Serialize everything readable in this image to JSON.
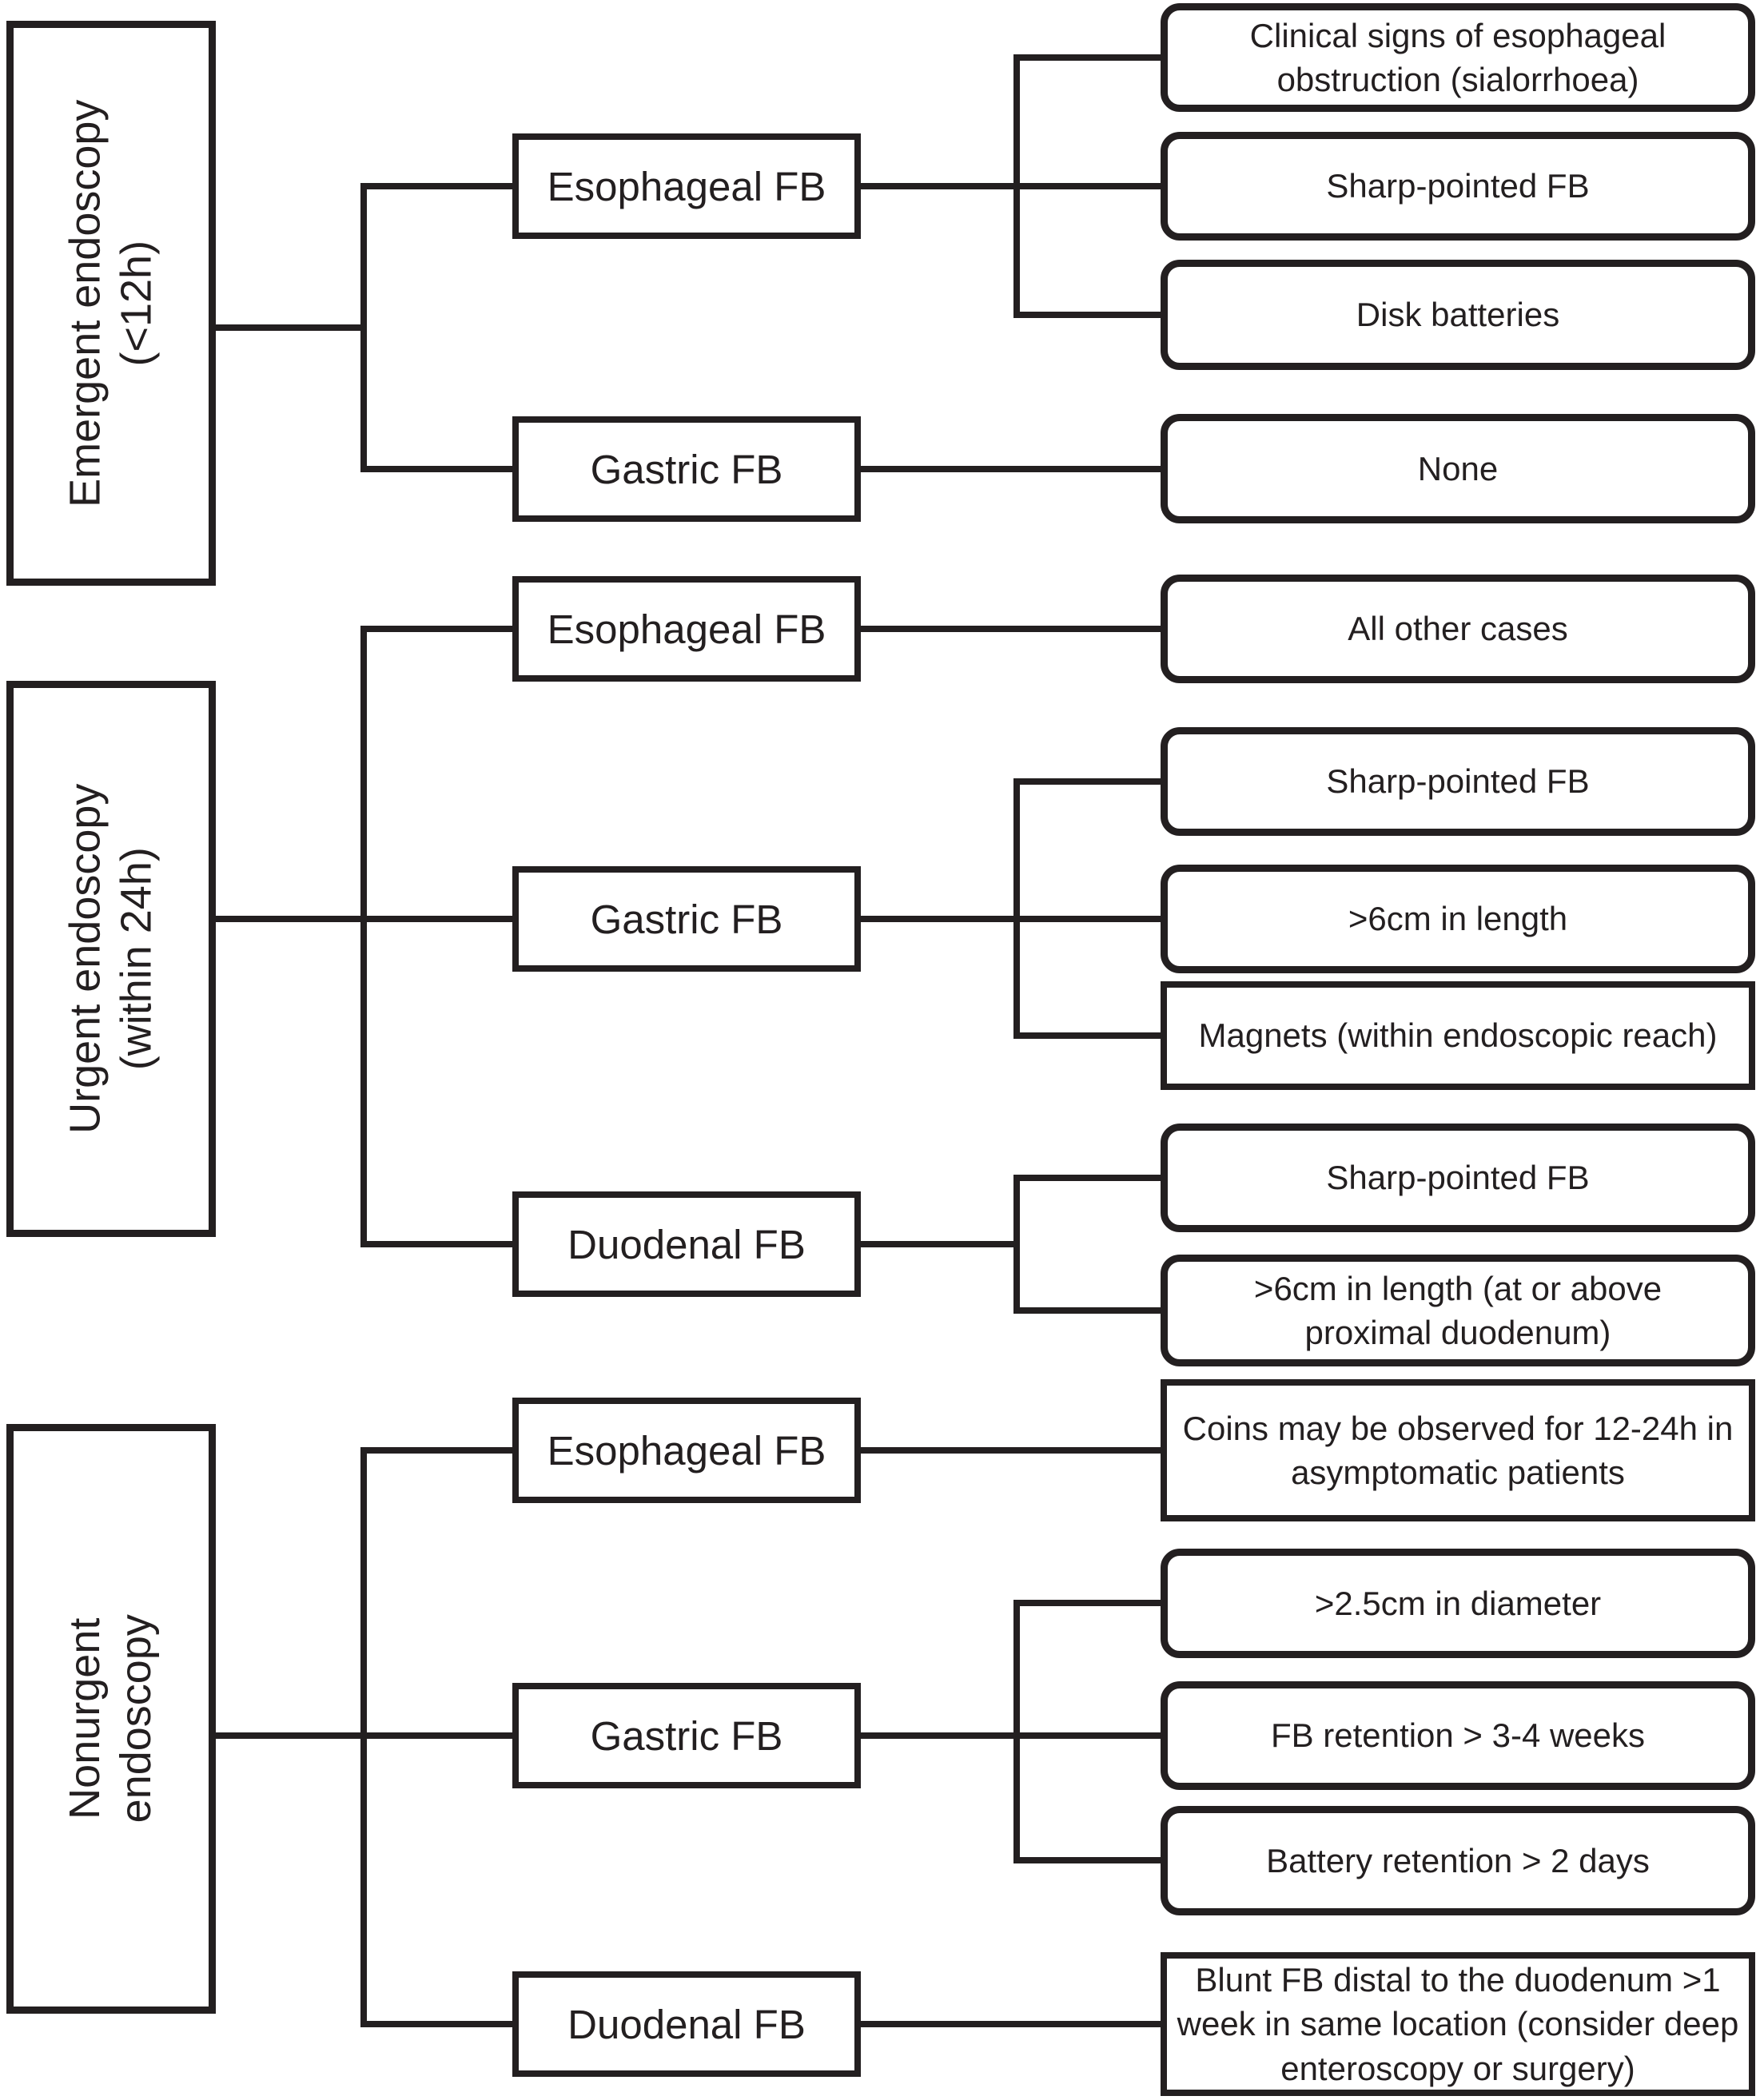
{
  "colors": {
    "ink": "#231f20",
    "background": "#ffffff"
  },
  "categories": [
    {
      "label": "Emergent endoscopy\n(<12h)"
    },
    {
      "label": "Urgent endoscopy\n(within 24h)"
    },
    {
      "label": "Nonurgent\nendoscopy"
    }
  ],
  "nodes": [
    {
      "label": "Esophageal FB"
    },
    {
      "label": "Gastric FB"
    },
    {
      "label": "Esophageal FB"
    },
    {
      "label": "Gastric FB"
    },
    {
      "label": "Duodenal FB"
    },
    {
      "label": "Esophageal FB"
    },
    {
      "label": "Gastric FB"
    },
    {
      "label": "Duodenal FB"
    }
  ],
  "leaves": [
    {
      "label": "Clinical signs of esophageal\nobstruction (sialorrhoea)"
    },
    {
      "label": "Sharp-pointed FB"
    },
    {
      "label": "Disk batteries"
    },
    {
      "label": "None"
    },
    {
      "label": "All other cases"
    },
    {
      "label": "Sharp-pointed FB"
    },
    {
      "label": ">6cm in length"
    },
    {
      "label": "Magnets (within endoscopic reach)"
    },
    {
      "label": "Sharp-pointed FB"
    },
    {
      "label": ">6cm in length (at or above\nproximal duodenum)"
    },
    {
      "label": "Coins may be observed for 12-24h in\nasymptomatic patients"
    },
    {
      "label": ">2.5cm in diameter"
    },
    {
      "label": "FB retention > 3-4 weeks"
    },
    {
      "label": "Battery retention > 2 days"
    },
    {
      "label": "Blunt FB distal to the duodenum >1\nweek in same location (consider deep\nenteroscopy or surgery)"
    }
  ]
}
